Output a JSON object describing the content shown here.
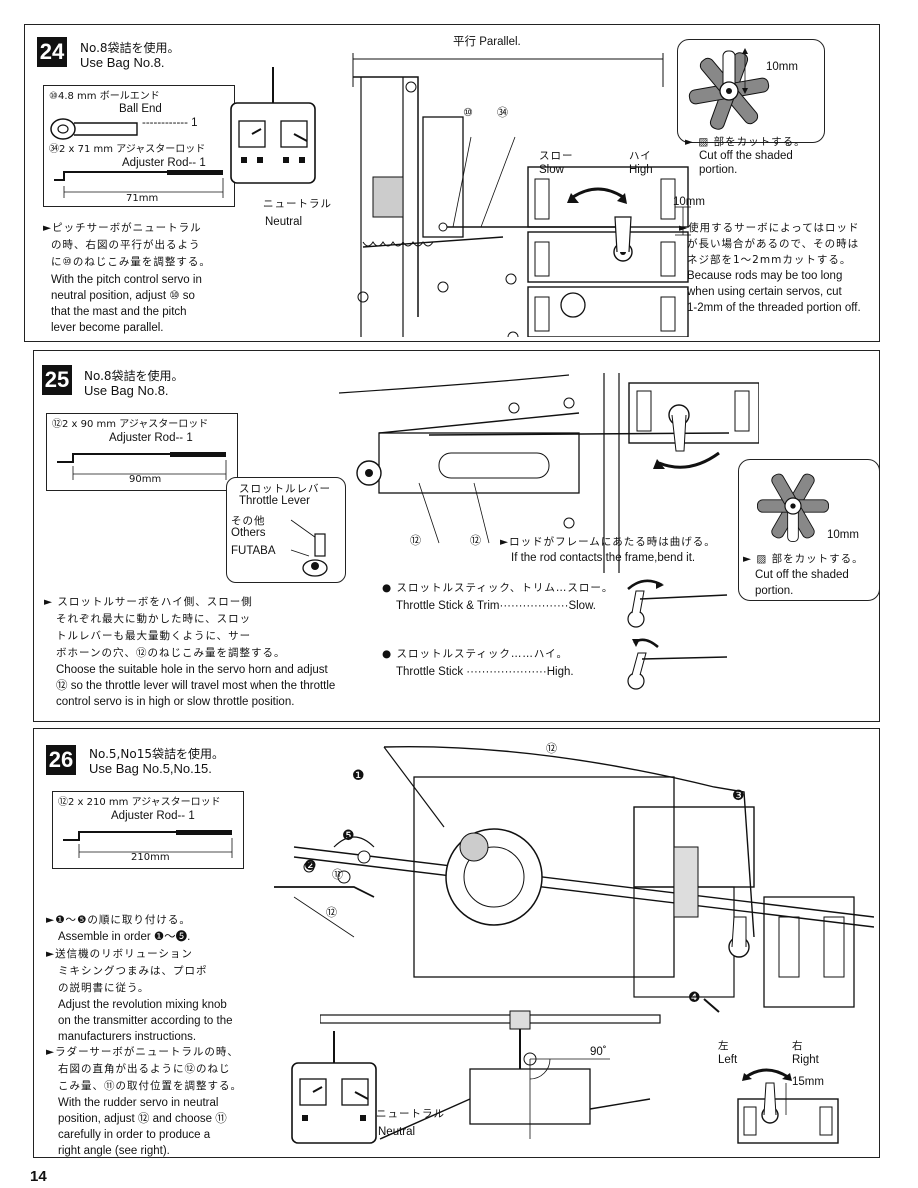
{
  "page_number": "14",
  "step24": {
    "number": "24",
    "bag_jp": "No.8袋詰を使用。",
    "bag_en": "Use Bag No.8.",
    "part1_jp": "⑩4.8 mm ボールエンド",
    "part1_en": "Ball End",
    "part1_qty": "------------ 1",
    "part2_jp": "㉞2 x 71 mm アジャスターロッド",
    "part2_en": "Adjuster Rod--  1",
    "rod_length": "71mm",
    "neutral_jp": "ニュートラル",
    "neutral_en": "Neutral",
    "parallel": "平行 Parallel.",
    "callout_10": "⑩",
    "callout_34": "㉞",
    "slow_jp": "スロー",
    "slow_en": "Slow",
    "high_jp": "ハイ",
    "high_en": "High",
    "dim_10mm_a": "10mm",
    "dim_10mm_b": "10mm",
    "cut_jp": "► ▨ 部をカットする。",
    "cut_en1": "Cut off the shaded",
    "cut_en2": "portion.",
    "note_jp1": "►ピッチサーボがニュートラル",
    "note_jp2": "の時、右図の平行が出るよう",
    "note_jp3": "に⑩のねじこみ量を調整する。",
    "note_en1": "With the pitch control servo in",
    "note_en2": "neutral position, adjust ⑩ so",
    "note_en3": "that the mast and the pitch",
    "note_en4": "lever become parallel.",
    "rod_note_jp1": "►使用するサーボによってはロッド",
    "rod_note_jp2": "が長い場合があるので、その時は",
    "rod_note_jp3": "ネジ部を1〜2mmカットする。",
    "rod_note_en1": "Because rods may be too long",
    "rod_note_en2": "when using certain servos, cut",
    "rod_note_en3": "1-2mm of the threaded portion off."
  },
  "step25": {
    "number": "25",
    "bag_jp": "No.8袋詰を使用。",
    "bag_en": "Use Bag No.8.",
    "part_jp": "⑫2 x 90 mm アジャスターロッド",
    "part_en": "Adjuster Rod--  1",
    "rod_length": "90mm",
    "throttle_jp": "スロットルレバー",
    "throttle_en": "Throttle Lever",
    "others_jp": "その他",
    "others_en": "Others",
    "futaba": "FUTABA",
    "callout_126": "⑫",
    "callout_122": "⑫",
    "frame_jp": "►ロッドがフレームにあたる時は曲げる。",
    "frame_en": "If the rod contacts the frame,bend it.",
    "dim_10mm": "10mm",
    "cut_jp": "► ▨ 部をカットする。",
    "cut_en1": "Cut off the shaded",
    "cut_en2": "portion.",
    "slow_jp": "● スロットルスティック、トリム…スロー。",
    "slow_en": "Throttle Stick & Trim··················Slow.",
    "high_jp": "● スロットルスティック……ハイ。",
    "high_en": "Throttle Stick ·····················High.",
    "note_jp1": "► スロットルサーボをハイ側、スロー側",
    "note_jp2": "それぞれ最大に動かした時に、スロッ",
    "note_jp3": "トルレバーも最大量動くように、サー",
    "note_jp4": "ボホーンの穴、⑫のねじこみ量を調整する。",
    "note_en1": "Choose the suitable hole in the servo horn and adjust",
    "note_en2": "⑫ so the throttle lever will travel most when the throttle",
    "note_en3": "control servo is in high or slow throttle position."
  },
  "step26": {
    "number": "26",
    "bag_jp": "No.5,No15袋詰を使用。",
    "bag_en": "Use Bag No.5,No.15.",
    "part_jp": "⑫2 x 210 mm アジャスターロッド",
    "part_en": "Adjuster Rod--  1",
    "rod_length": "210mm",
    "note1_jp": "►❶〜❺の順に取り付ける。",
    "note1_en": "Assemble in order ❶〜❺.",
    "note2_jp1": "►送信機のリボリューション",
    "note2_jp2": "ミキシングつまみは、プロポ",
    "note2_jp3": "の説明書に従う。",
    "note2_en1": "Adjust the revolution mixing knob",
    "note2_en2": "on the transmitter according to the",
    "note2_en3": "manufacturers instructions.",
    "note3_jp1": "►ラダーサーボがニュートラルの時、",
    "note3_jp2": "右図の直角が出るように⑫のねじ",
    "note3_jp3": "こみ量、⑪の取付位置を調整する。",
    "note3_en1": "With the rudder servo in neutral",
    "note3_en2": "position, adjust ⑫ and choose ⑪",
    "note3_en3": "carefully in order to produce a",
    "note3_en4": "right angle (see right).",
    "neutral_jp": "ニュートラル",
    "neutral_en": "Neutral",
    "angle": "90˚",
    "left_jp": "左",
    "left_en": "Left",
    "right_jp": "右",
    "right_en": "Right",
    "dim_15mm": "15mm",
    "callout_121": "⑫",
    "callout_120": "⑫",
    "callout_119": "⑪",
    "markers": [
      "❶",
      "❷",
      "❸",
      "❹",
      "❺"
    ]
  }
}
